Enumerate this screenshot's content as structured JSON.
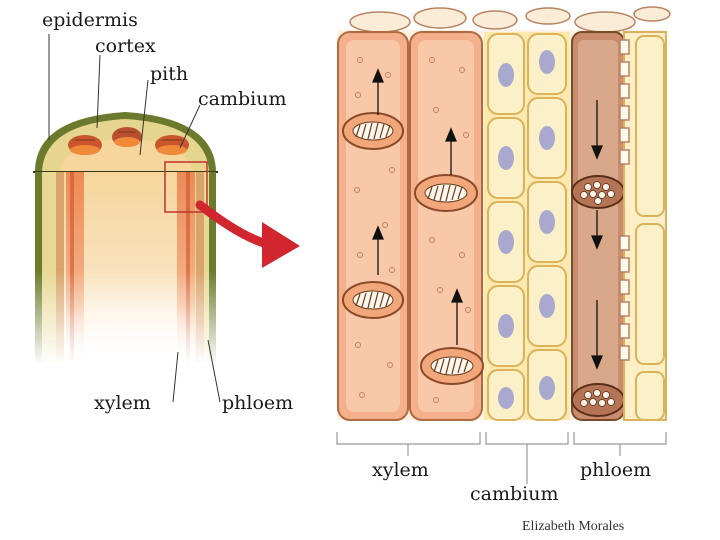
{
  "labels": {
    "epidermis": "epidermis",
    "cortex": "cortex",
    "pith": "pith",
    "cambium_top": "cambium",
    "xylem_left": "xylem",
    "phloem_left": "phloem",
    "xylem_right": "xylem",
    "cambium_right": "cambium",
    "phloem_right": "phloem"
  },
  "credit": "Elizabeth Morales",
  "colors": {
    "epidermis": "#6b7a2c",
    "cortex": "#e9dc9a",
    "pith": "#f7d9a8",
    "xylem": "#f2a77a",
    "xylem_dark": "#c8552c",
    "cambium": "#fbe9b0",
    "phloem": "#c98d6e",
    "arrow": "#d2262e",
    "outline": "#8a5a3a"
  }
}
